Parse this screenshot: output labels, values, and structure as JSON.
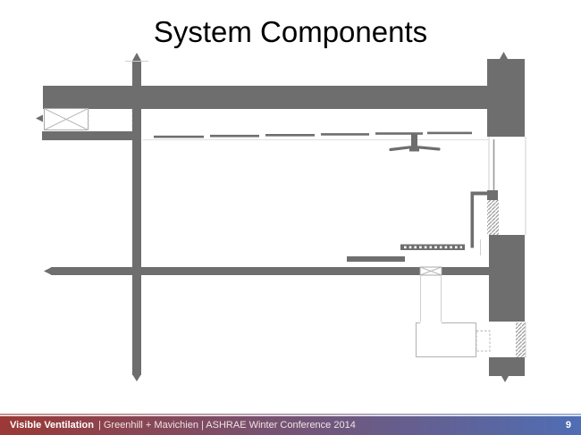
{
  "slide": {
    "title": "System Components"
  },
  "footer": {
    "brand": "Visible Ventilation",
    "credits": "| Greenhill + Mavichien | ASHRAE Winter Conference 2014",
    "page_number": "9"
  },
  "colors": {
    "diagram_gray": "#6e6e6e",
    "footer_red": "#9a3936",
    "footer_blue": "#4f6eb4",
    "accent_line_red": "#c9908e",
    "accent_line_blue": "#9fb3d9"
  },
  "diagram": {
    "type": "architectural-section",
    "components": [
      "top-supply-duct",
      "left-shaft-column",
      "intake-fan-box",
      "ceiling-dashed-line",
      "ceiling-fan",
      "right-shaft-upper-block",
      "right-duct-drop",
      "wall-bracket-duct",
      "hatch-grille-upper",
      "right-wall-lower",
      "linear-diffuser",
      "shelf-bar",
      "floor-slab",
      "floor-damper-box",
      "underfloor-ahu-box",
      "ahu-connector",
      "wall-louver-lower"
    ]
  }
}
